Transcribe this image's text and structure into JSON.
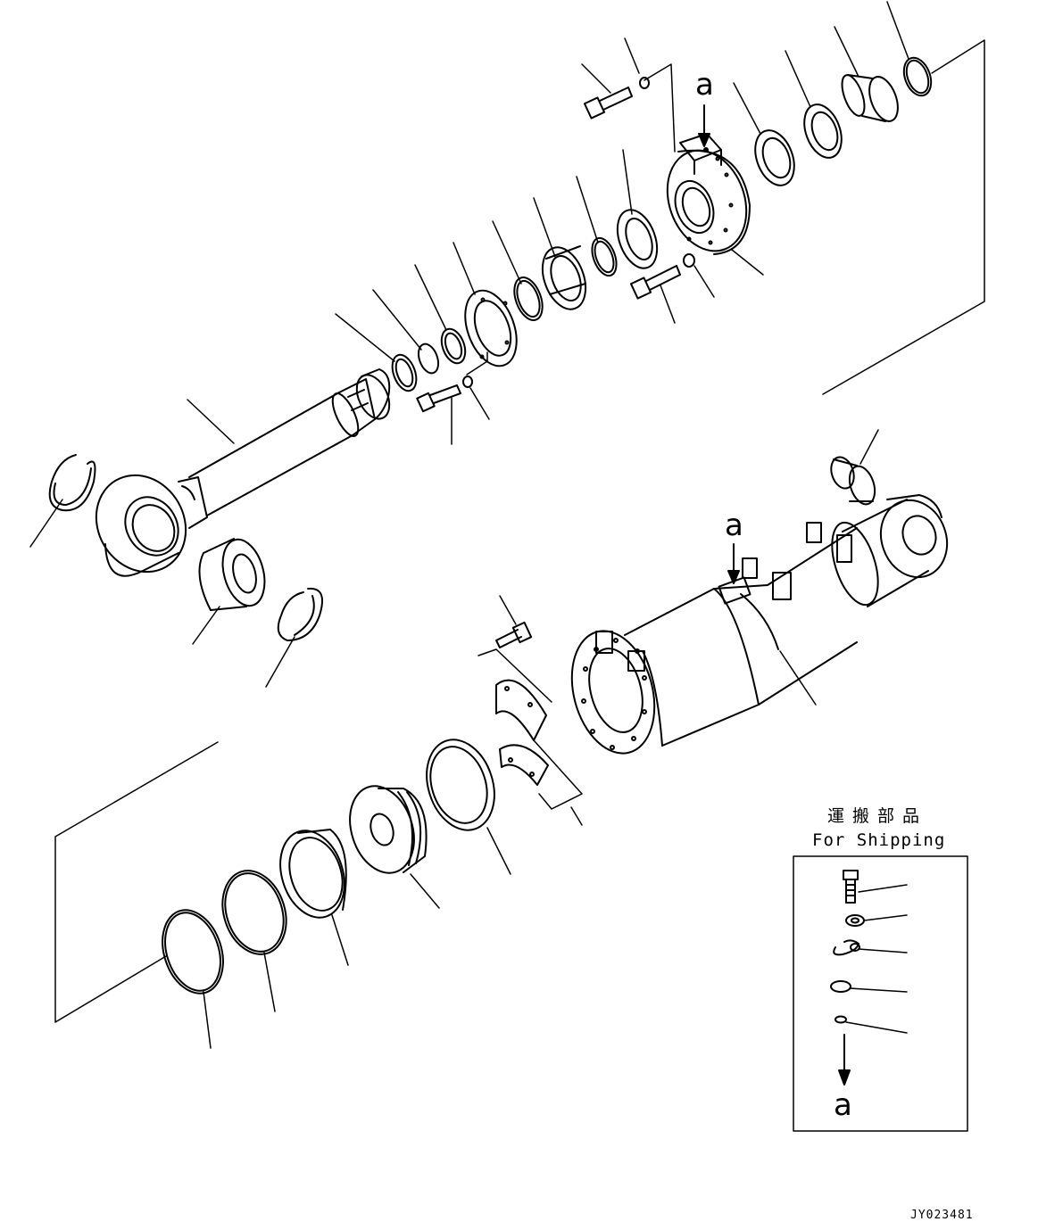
{
  "callouts": {
    "head_mark": "a",
    "tube_mark": "a",
    "kit_mark": "a"
  },
  "shipping_kit": {
    "title_jp": "運搬部品",
    "title_en": "For Shipping",
    "items": [
      "bolt-icon",
      "washer-icon",
      "clip-icon",
      "plug-icon",
      "small-washer-icon"
    ]
  },
  "drawing_id": "JY023481",
  "colors": {
    "line": "#000000",
    "background": "#ffffff"
  }
}
